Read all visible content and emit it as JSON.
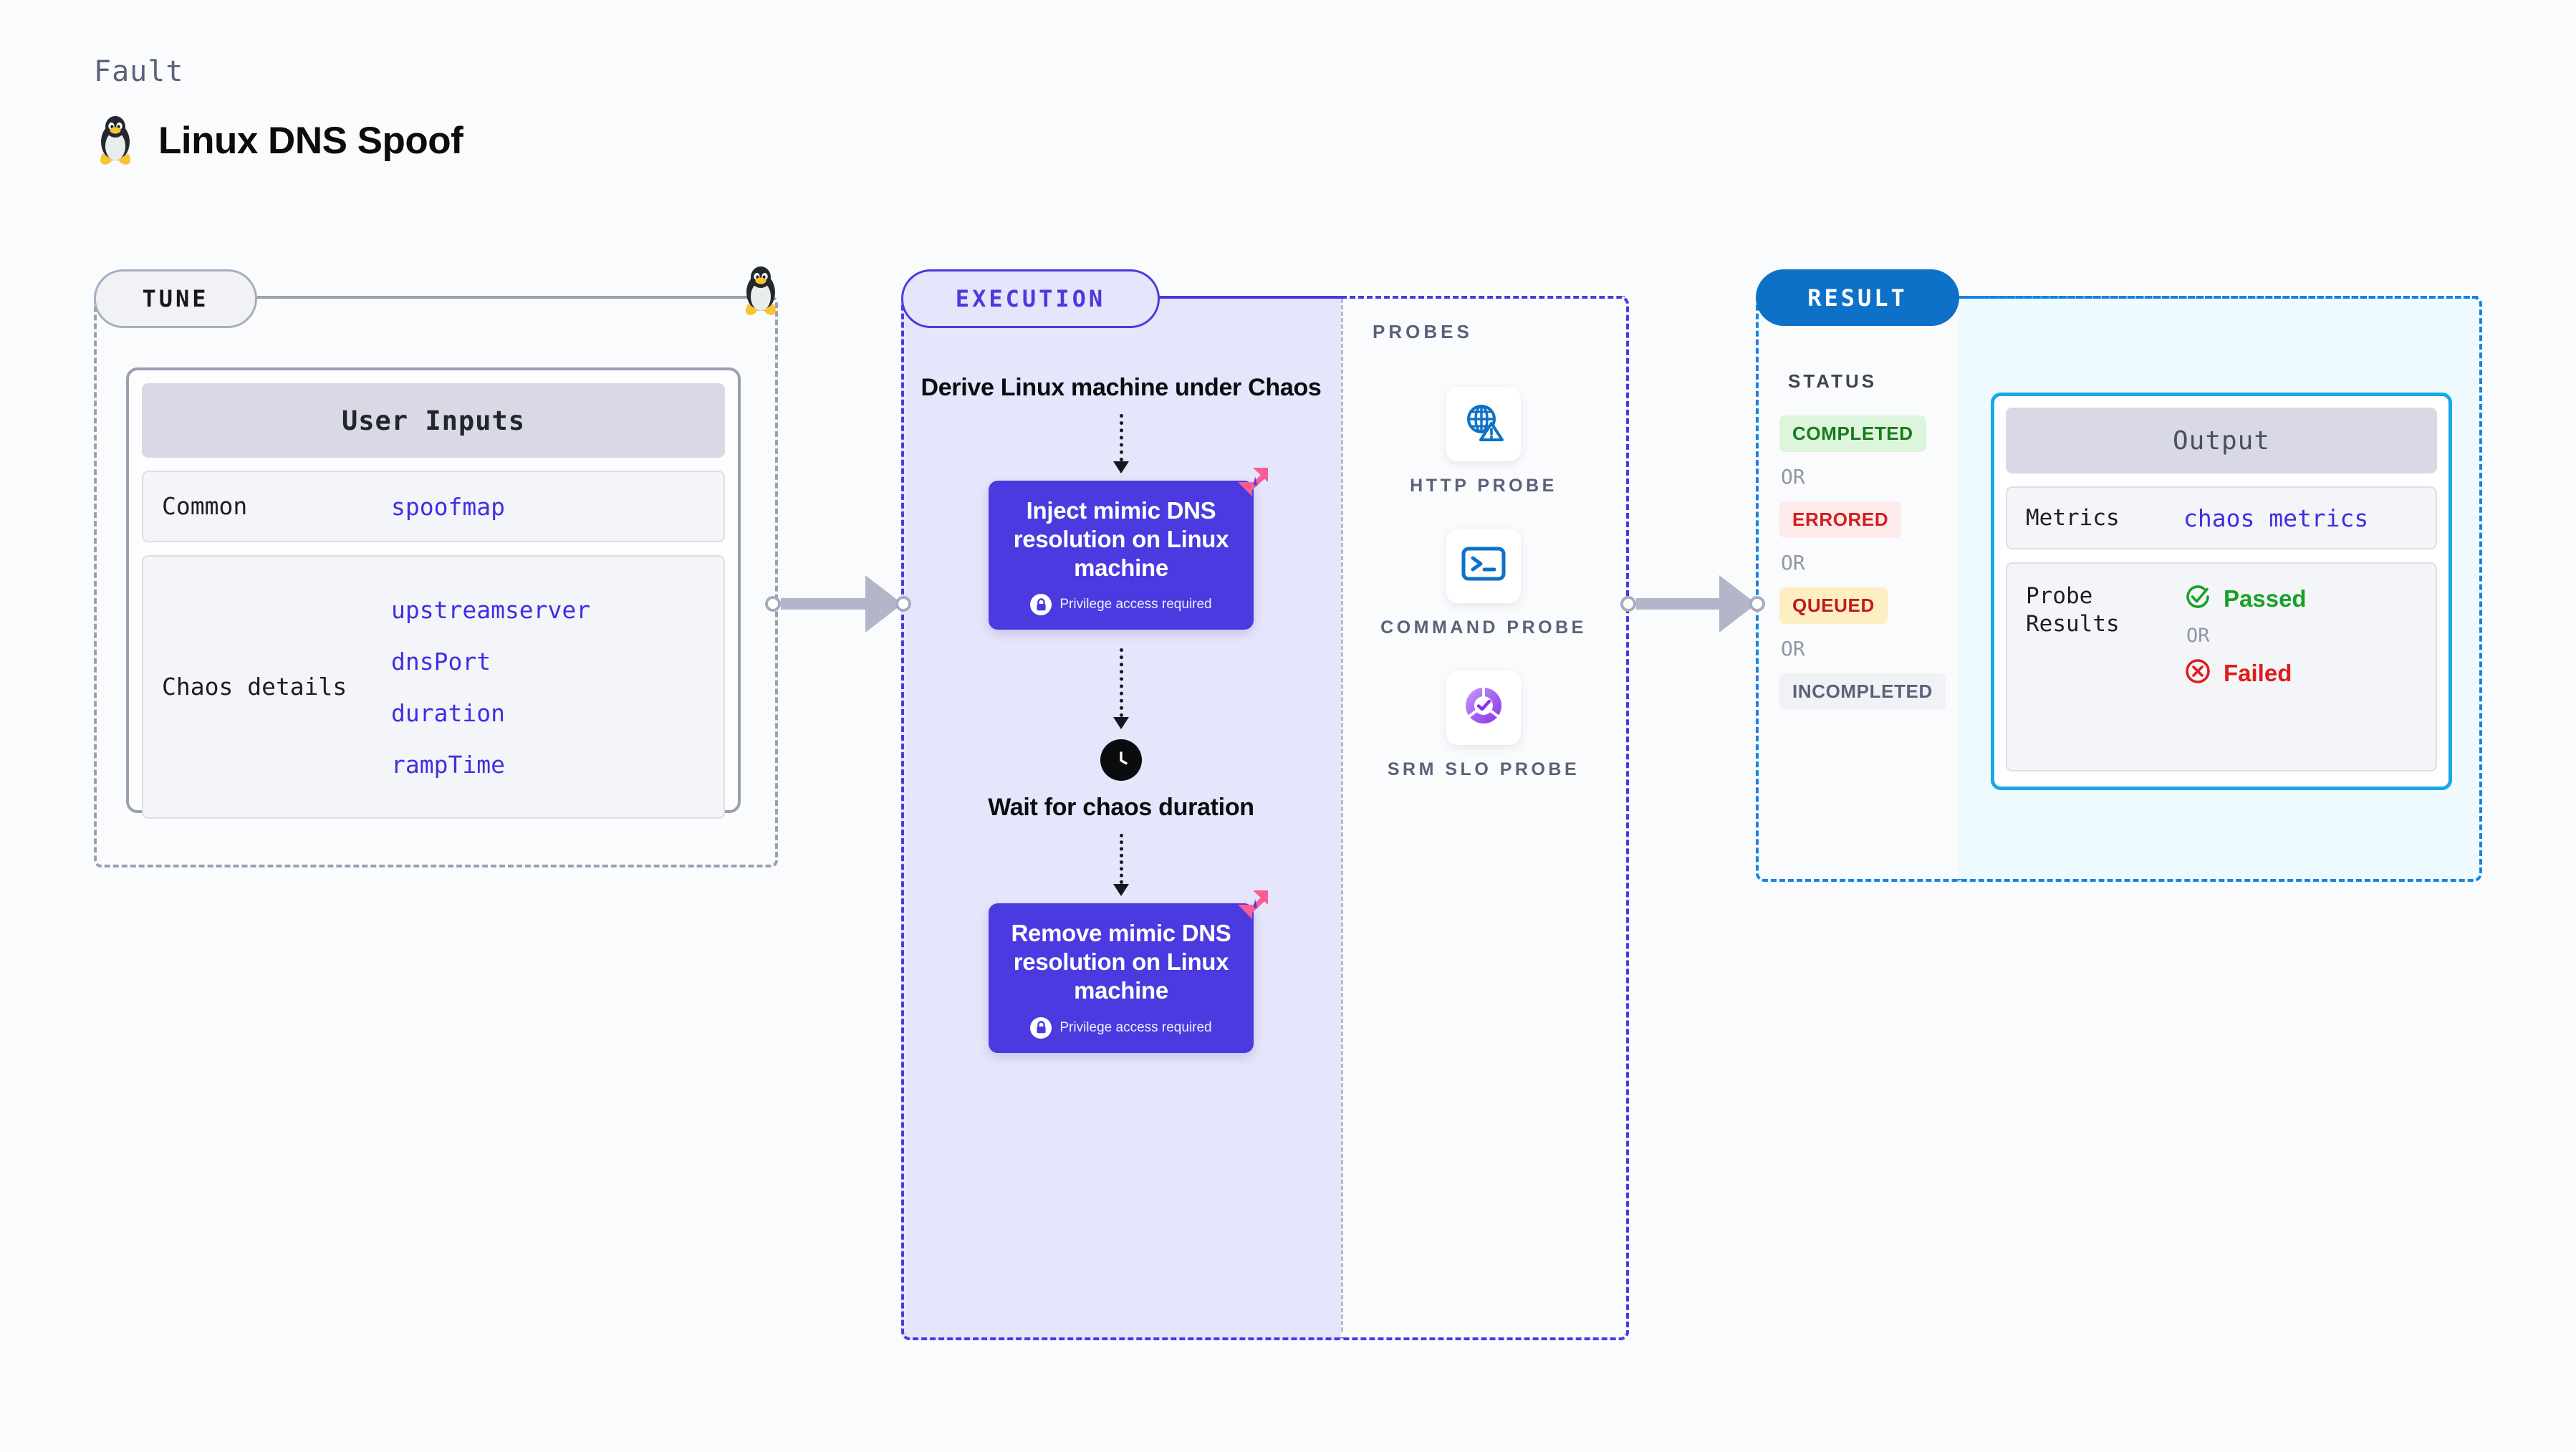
{
  "header": {
    "eyebrow": "Fault",
    "title": "Linux DNS Spoof",
    "icon": "tux-penguin-icon"
  },
  "tune": {
    "badge": "TUNE",
    "icon": "tux-penguin-icon",
    "card_title": "User Inputs",
    "rows": [
      {
        "key": "Common",
        "values": [
          "spoofmap"
        ]
      },
      {
        "key": "Chaos details",
        "values": [
          "upstreamserver",
          "dnsPort",
          "duration",
          "rampTime"
        ]
      }
    ]
  },
  "execution": {
    "badge": "EXECUTION",
    "steps": [
      {
        "type": "label",
        "text": "Derive Linux machine under Chaos"
      },
      {
        "type": "card",
        "title": "Inject mimic DNS resolution on Linux machine",
        "note": "Privilege access required",
        "marker": "fault-marker-icon",
        "lock": "lock-icon"
      },
      {
        "type": "wait",
        "icon": "clock-icon",
        "text": "Wait for chaos duration"
      },
      {
        "type": "card",
        "title": "Remove mimic DNS resolution on Linux machine",
        "note": "Privilege access required",
        "marker": "fault-marker-icon",
        "lock": "lock-icon"
      }
    ]
  },
  "probes": {
    "title": "PROBES",
    "items": [
      {
        "label": "HTTP PROBE",
        "icon": "globe-warning-icon"
      },
      {
        "label": "COMMAND PROBE",
        "icon": "terminal-icon"
      },
      {
        "label": "SRM SLO PROBE",
        "icon": "slo-donut-check-icon"
      }
    ]
  },
  "result": {
    "badge": "RESULT",
    "status_title": "STATUS",
    "or_label": "OR",
    "statuses": [
      {
        "label": "COMPLETED",
        "color": "#177c19",
        "bg": "#dcf5dc"
      },
      {
        "label": "ERRORED",
        "color": "#cf2020",
        "bg": "#fdeaea"
      },
      {
        "label": "QUEUED",
        "color": "#c01b1b",
        "bg": "#fdeec3"
      },
      {
        "label": "INCOMPLETED",
        "color": "#5b6178",
        "bg": "#f1f2f6"
      }
    ]
  },
  "output": {
    "card_title": "Output",
    "metrics_key": "Metrics",
    "metrics_value": "chaos metrics",
    "probe_results_key": "Probe Results",
    "or_label": "OR",
    "passed": {
      "label": "Passed",
      "icon": "check-circle-icon",
      "color": "#17a126"
    },
    "failed": {
      "label": "Failed",
      "icon": "x-circle-icon",
      "color": "#e01b1b"
    }
  },
  "colors": {
    "accent_purple": "#4a3ae0",
    "accent_blue": "#0d71c8",
    "accent_cyan": "#18a8e8",
    "value_purple": "#3f2fe0",
    "fault_pink": "#fb5c93",
    "page_bg": "#fafbfd"
  }
}
